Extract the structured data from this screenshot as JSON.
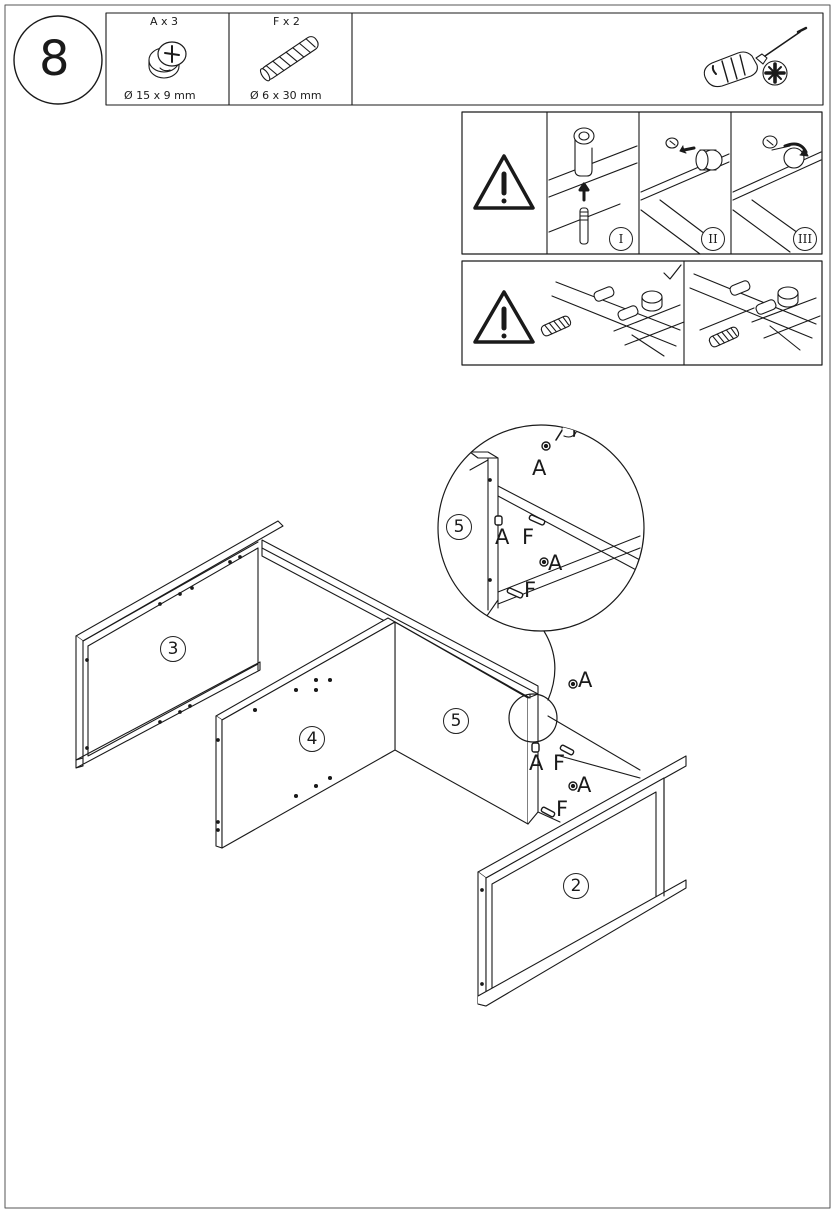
{
  "step": {
    "number": "8"
  },
  "parts": [
    {
      "name": "cam-lock-fitting",
      "quantity": "A x 3",
      "size": "Ø 15 x 9 mm"
    },
    {
      "name": "wood-dowel",
      "quantity": "F x 2",
      "size": "Ø 6 x 30 mm"
    }
  ],
  "tool": "phillips-screwdriver-icon",
  "cam_steps": [
    "I",
    "II",
    "III"
  ],
  "warnings": [
    "warning-triangle-icon",
    "warning-triangle-icon"
  ],
  "check_mark": "check-icon",
  "panels": {
    "p3": "3",
    "p4": "4",
    "p5": "5",
    "p5_detail": "5",
    "p2": "2"
  },
  "labels": {
    "a": "A",
    "f": "F"
  },
  "colors": {
    "line": "#1a1a1a",
    "fill": "#ffffff",
    "frame": "#555555"
  }
}
